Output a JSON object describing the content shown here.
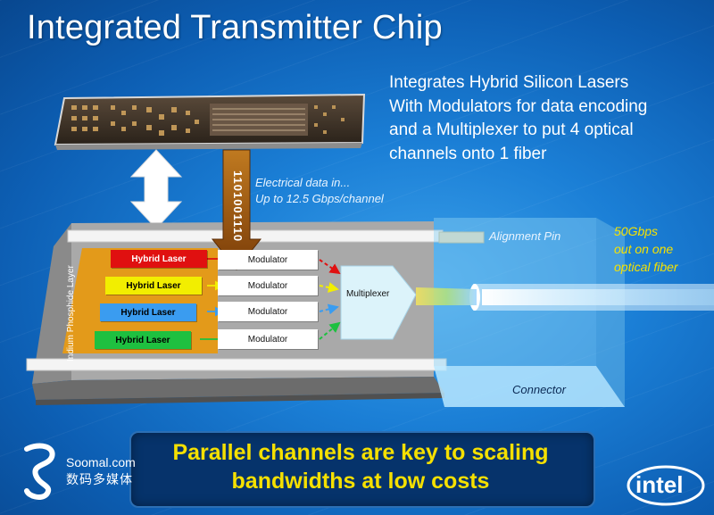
{
  "title": "Integrated Transmitter Chip",
  "description": [
    "Integrates Hybrid Silicon Lasers",
    "With Modulators for data encoding",
    "and a Multiplexer to put 4 optical",
    "channels onto 1 fiber"
  ],
  "electrical": [
    "Electrical data in...",
    "Up to 12.5 Gbps/channel"
  ],
  "bit_stream": "1101001110",
  "output": [
    "50Gbps",
    "out on one",
    "optical fiber"
  ],
  "alignment_pin": "Alignment Pin",
  "connector": "Connector",
  "inp_layer": "Indium Phosphide Layer",
  "lasers": [
    {
      "label": "Hybrid Laser",
      "color": "#e01010"
    },
    {
      "label": "Hybrid Laser",
      "color": "#f2ee00"
    },
    {
      "label": "Hybrid Laser",
      "color": "#3a9cf0"
    },
    {
      "label": "Hybrid Laser",
      "color": "#1ec040"
    }
  ],
  "modulators": [
    "Modulator",
    "Modulator",
    "Modulator",
    "Modulator"
  ],
  "multiplexer": "Multiplexer",
  "callout": [
    "Parallel channels are key to scaling",
    "bandwidths at low costs"
  ],
  "watermark": [
    "Soomal.com",
    "数码多媒体"
  ],
  "logo": "intel",
  "colors": {
    "accent_yellow": "#f5e000",
    "chip_grey": "#a8a8a8",
    "inp_orange": "#e39a1a"
  }
}
